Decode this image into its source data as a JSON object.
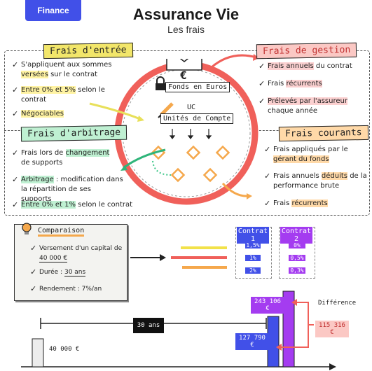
{
  "header": {
    "tag": "Finance",
    "title": "Assurance Vie",
    "subtitle": "Les frais"
  },
  "sections": {
    "entree": {
      "label": "Frais d'entrée",
      "items": [
        {
          "pre": "S'appliquent aux sommes ",
          "hl": "versées",
          "post": " sur le contrat"
        },
        {
          "pre": "",
          "hl": "Entre 0% et 5%",
          "post": " selon le contrat"
        },
        {
          "pre": "",
          "hl": "Négociables",
          "post": ""
        }
      ]
    },
    "gestion": {
      "label": "Frais de gestion",
      "items": [
        {
          "pre": "",
          "hl": "Frais annuels",
          "post": " du contrat"
        },
        {
          "pre": "Frais ",
          "hl": "récurrents",
          "post": ""
        },
        {
          "pre": "",
          "hl": "Prélevés par l'assureur",
          "post": " chaque année"
        }
      ]
    },
    "arbitrage": {
      "label": "Frais d'arbitrage",
      "items": [
        {
          "pre": "Frais lors de ",
          "hl": "changement",
          "post": " de supports"
        },
        {
          "pre": "",
          "hl": "Arbitrage",
          "post": " : modification dans la répartition de ses supports"
        },
        {
          "pre": "",
          "hl": "Entre 0% et 1%",
          "post": " selon le contrat"
        }
      ]
    },
    "courants": {
      "label": "Frais courants",
      "items": [
        {
          "pre": "Frais appliqués par le ",
          "hl": "gérant du fonds",
          "post": ""
        },
        {
          "pre": "Frais annuels ",
          "hl": "déduits",
          "post": " de la performance brute"
        },
        {
          "pre": "Frais ",
          "hl": "récurrents",
          "post": ""
        }
      ]
    }
  },
  "center": {
    "euro": "€",
    "fonds": "Fonds en Euros",
    "uc_short": "UC",
    "uc_long": "Unités de Compte"
  },
  "comparaison": {
    "title": "Comparaison",
    "items": [
      {
        "text": "Versement d'un capital de ",
        "value": "40 000 €"
      },
      {
        "text": "Durée : ",
        "value": "30 ans"
      },
      {
        "text": "Rendement : 7%/an",
        "value": ""
      }
    ]
  },
  "contrats": {
    "c1": {
      "label": "Contrat 1",
      "values": [
        "1,5%",
        "1%",
        "2%"
      ]
    },
    "c2": {
      "label": "Contrat 2",
      "values": [
        "0%",
        "0,5%",
        "0,3%"
      ]
    }
  },
  "chart": {
    "duration": "30 ans",
    "initial": "40 000 €",
    "c1_final": "127 790 €",
    "c2_final": "243 106 €",
    "diff_label": "Différence",
    "diff_value": "115 316 €"
  },
  "colors": {
    "blue": "#4150e8",
    "purple": "#a43cf0",
    "red": "#f0605a",
    "yellow": "#f2e24a",
    "orange": "#f5a84c",
    "green": "#3ec78a"
  }
}
